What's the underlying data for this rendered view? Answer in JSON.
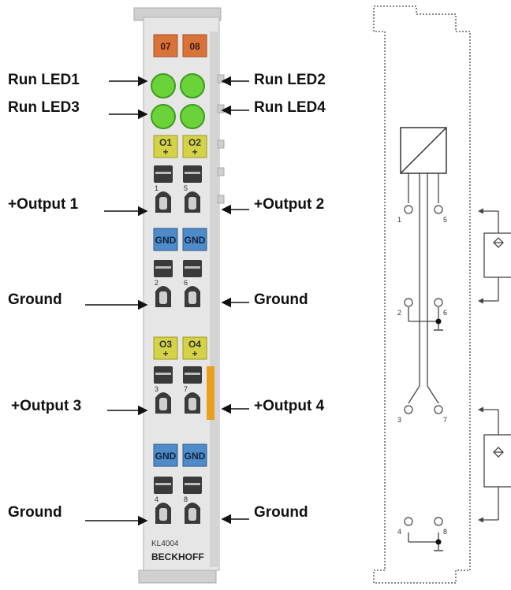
{
  "terminal": {
    "model": "KL4004",
    "brand": "BECKHOFF",
    "top_tags": [
      "07",
      "08"
    ],
    "led_labels": [
      "Run LED1",
      "Run LED2",
      "Run LED3",
      "Run LED4"
    ],
    "channel_tags_top": [
      "O1",
      "O2"
    ],
    "channel_tags_bottom": [
      "O3",
      "O4"
    ],
    "channel_plus": "+",
    "gnd_tag": "GND",
    "contact_numbers": [
      "1",
      "5",
      "2",
      "6",
      "3",
      "7",
      "4",
      "8"
    ],
    "colors": {
      "housing": "#e6e6e6",
      "tag_orange": "#d9733a",
      "led_green": "#6ad33a",
      "tag_yellow": "#d4d246",
      "tag_blue": "#4f8ac9",
      "side_orange": "#e8a020"
    }
  },
  "callouts": {
    "left": [
      "Run LED1",
      "Run LED3",
      "+Output 1",
      "Ground",
      "+Output 3",
      "Ground"
    ],
    "right": [
      "Run LED2",
      "Run LED4",
      "+Output 2",
      "Ground",
      "+Output 4",
      "Ground"
    ]
  },
  "schematic": {
    "pin_labels": [
      "1",
      "5",
      "2",
      "6",
      "3",
      "7",
      "4",
      "8"
    ]
  }
}
